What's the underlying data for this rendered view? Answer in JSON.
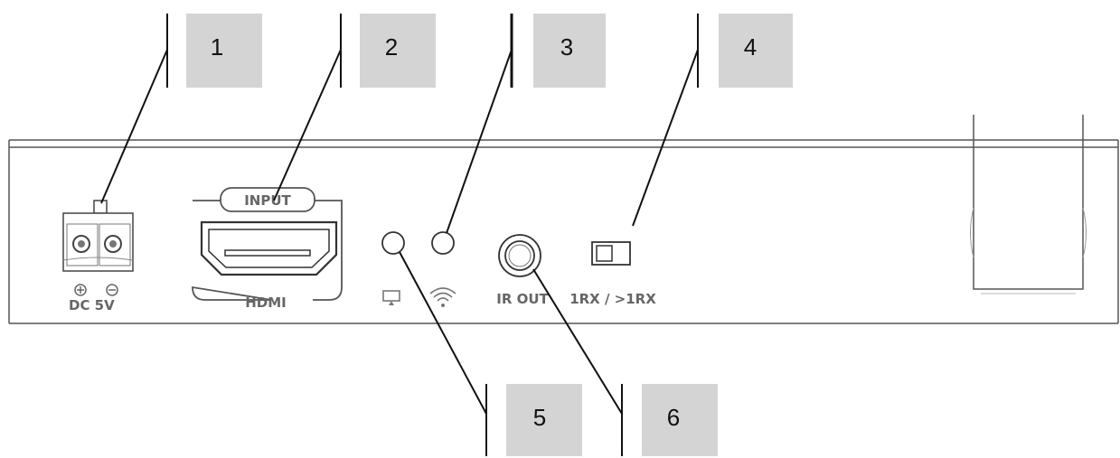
{
  "callouts": [
    {
      "number": "1",
      "target": "dc-5v-power-terminal"
    },
    {
      "number": "2",
      "target": "hdmi-input-port"
    },
    {
      "number": "3",
      "target": "wifi-status-led"
    },
    {
      "number": "4",
      "target": "rx-mode-switch"
    },
    {
      "number": "5",
      "target": "display-status-led"
    },
    {
      "number": "6",
      "target": "ir-out-jack"
    }
  ],
  "panel_labels": {
    "hdmi_input": "INPUT",
    "hdmi": "HDMI",
    "dc_5v": "DC 5V",
    "ir_out": "IR OUT",
    "rx_switch": "1RX / >1RX"
  },
  "icons": {
    "polarity_plus": "plus-in-circle-icon",
    "polarity_minus": "minus-in-circle-icon",
    "display_led": "display-icon",
    "wifi_led": "wifi-icon"
  }
}
